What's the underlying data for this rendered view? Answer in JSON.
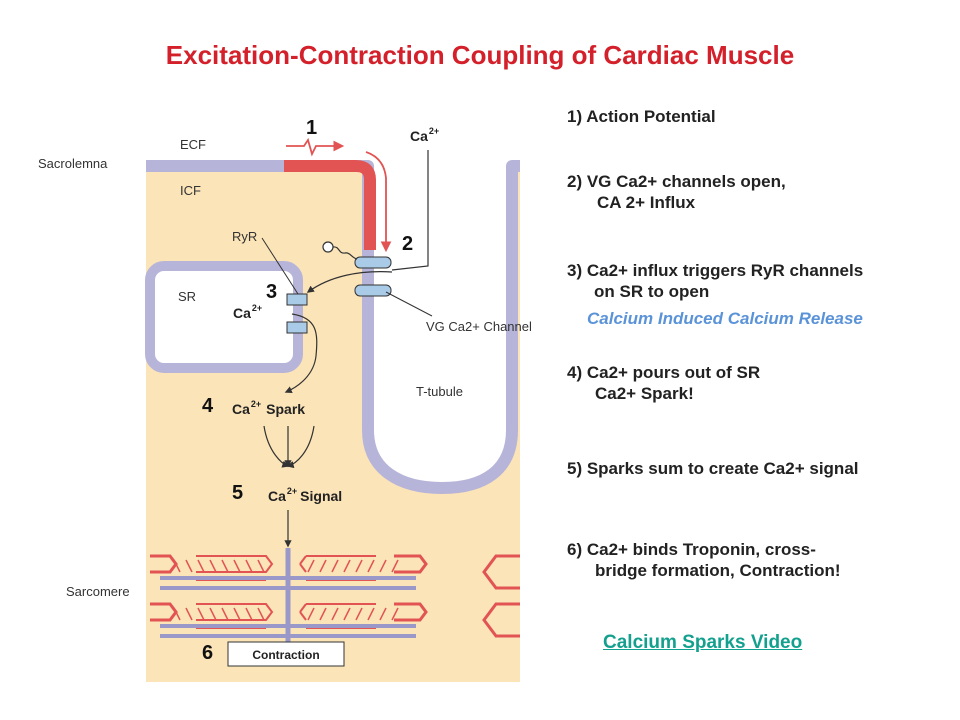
{
  "title": "Excitation-Contraction Coupling of Cardiac Muscle",
  "diagram": {
    "sacrolemma": "Sacrolemna",
    "ecf": "ECF",
    "icf": "ICF",
    "ryr": "RyR",
    "sr": "SR",
    "vg_channel": "VG Ca2+ Channel",
    "t_tubule": "T-tubule",
    "sarcomere": "Sarcomere",
    "ca": "Ca",
    "charge": "2+",
    "spark": "Spark",
    "signal": "Signal",
    "contraction": "Contraction",
    "numbers": [
      "1",
      "2",
      "3",
      "4",
      "5",
      "6"
    ]
  },
  "steps": [
    {
      "line1": "1)   Action Potential",
      "line2": ""
    },
    {
      "line1": "2) VG Ca2+ channels open,",
      "line2": "CA 2+ Influx"
    },
    {
      "line1": "3) Ca2+ influx triggers RyR channels",
      "line2": "on SR to open"
    },
    {
      "line1": "4) Ca2+ pours out of SR",
      "line2": "Ca2+ Spark!"
    },
    {
      "line1": "5)  Sparks sum to create Ca2+ signal",
      "line2": ""
    },
    {
      "line1": "6) Ca2+ binds Troponin, cross-",
      "line2": "bridge formation, Contraction!"
    }
  ],
  "cicr": "Calcium Induced Calcium Release",
  "video_link": "Calcium Sparks Video",
  "colors": {
    "title": "#d3202a",
    "cytoplasm": "#fbe4b8",
    "membrane": "#b7b4d9",
    "action_potential": "#e25353",
    "channel": "#a9cbe8",
    "cicr": "#5b93d8",
    "link": "#14a08e"
  }
}
